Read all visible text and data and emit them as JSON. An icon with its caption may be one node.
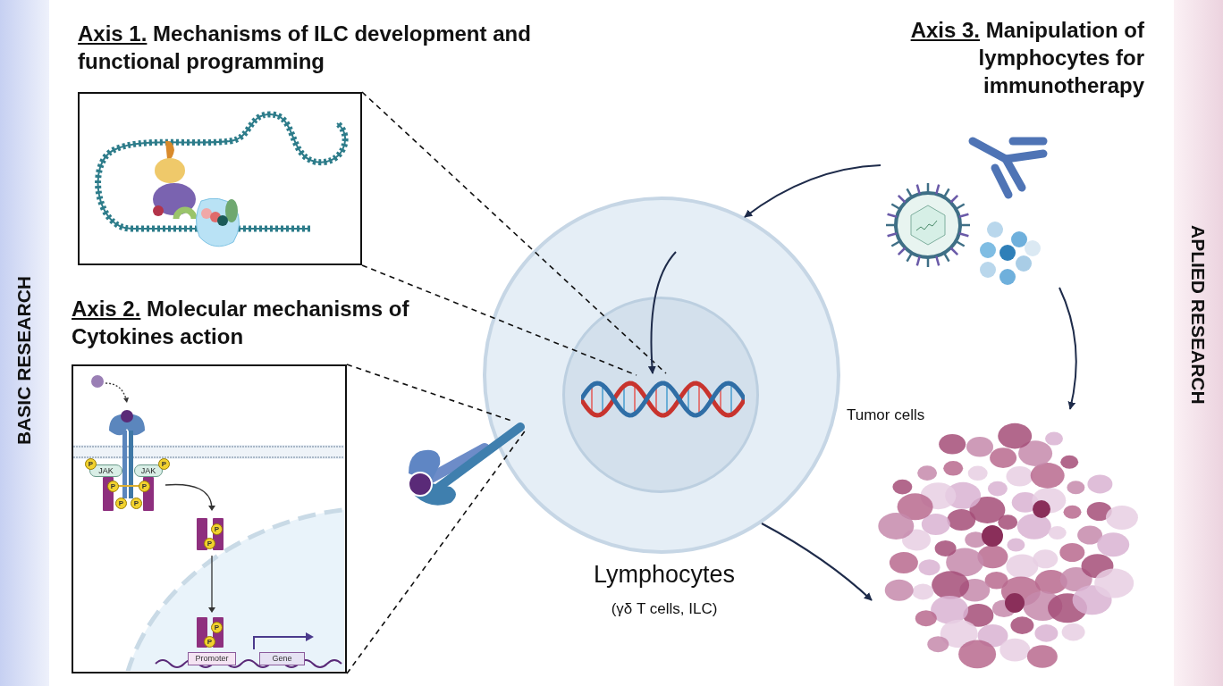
{
  "diagram": {
    "nodes": [
      {
        "text": [
          "BASIC RESEARCH"
        ]
      },
      {
        "text": [
          "Axis 1.",
          "Mechanisms of ILC development and functional programming"
        ]
      },
      {
        "text": [
          "Axis 2.",
          "Molecular mechanisms of Cytokines action"
        ]
      },
      {
        "text": [
          "JAK"
        ],
        "in": 2
      },
      {
        "text": [
          "JAK"
        ],
        "in": 2
      },
      {
        "text": [
          "Promoter"
        ],
        "in": 2
      },
      {
        "text": [
          "Gene"
        ],
        "in": 2
      },
      {
        "text": [],
        "shape": "picture"
      },
      {
        "text": [],
        "shape": "circle",
        "beside": [
          "Lymphocytes",
          "(γδ T cells, ILC)"
        ]
      },
      {
        "text": [],
        "shape": "circle",
        "in": 8
      },
      {
        "text": [],
        "shape": "picture",
        "in": 9
      },
      {
        "text": [],
        "shape": "picture"
      },
      {
        "text": [],
        "shape": "picture",
        "beside": [
          "Tumor cells"
        ]
      },
      {
        "text": [
          "APLIED RESEARCH"
        ]
      }
    ],
    "edges": [
      {
        "from": 1,
        "to": 10,
        "arrow": "none",
        "style": "dashed"
      },
      {
        "from": 1,
        "to": 10,
        "arrow": "none",
        "style": "dashed"
      },
      {
        "from": 2,
        "to": 11,
        "arrow": "none",
        "style": "dashed"
      },
      {
        "from": 2,
        "to": 11,
        "arrow": "none",
        "style": "dashed"
      },
      {
        "from": 7,
        "to": 8,
        "arrow": "to"
      },
      {
        "from": null,
        "to": 10,
        "arrow": "to"
      },
      {
        "from": 7,
        "to": 12,
        "arrow": "to"
      },
      {
        "from": 8,
        "to": 12,
        "arrow": "to"
      }
    ],
    "labels": [
      "Axis 3.",
      "Manipulation of lymphocytes for immunotherapy",
      "P",
      "P",
      "P",
      "P",
      "P",
      "P",
      "P",
      "P",
      "P",
      "P"
    ]
  }
}
